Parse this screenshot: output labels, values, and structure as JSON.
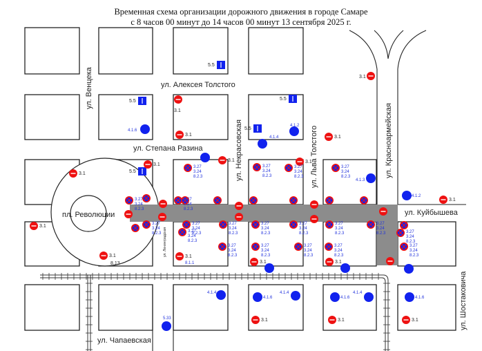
{
  "title": {
    "line1": "Временная схема организации дорожного движения в городе Самаре",
    "line2": "с 8 часов 00 минут до 14 часов 00 минут 13 сентября 2025 г."
  },
  "streets": {
    "ventseka": "ул. Венцека",
    "alekseya_tolstogo": "ул. Алексея Толстого",
    "stepana_razina": "ул. Степана Разина",
    "nekrasovskaya": "ул. Некрасовская",
    "lva_tolstogo": "ул. Льва Толстого",
    "krasnoarmeyskaya": "ул. Красноармейская",
    "kuybysheva": "ул. Куйбышева",
    "revolyutsii": "пл. Революции",
    "leningradskaya": "ул. Ленинградская",
    "chapaevskaya": "ул. Чапаевская",
    "shostakovicha": "ул. Шостаковича"
  },
  "sign_codes": {
    "no_entry": "3.1",
    "no_stopping": "3.27",
    "no_parking": "3.24",
    "direction": "8.2.3",
    "one_way": "5.5",
    "straight_right": "4.1.4",
    "left_only": "4.1.6",
    "right_only": "4.1.2",
    "left_turn": "4.1.3",
    "tablet_distance": "8.1.1",
    "tablet_ban": "8.13",
    "tram_stop": "5.33"
  },
  "colors": {
    "closed_road": "#8c8c8c",
    "prohibitory": "#ee1111",
    "mandatory": "#1122ee"
  }
}
